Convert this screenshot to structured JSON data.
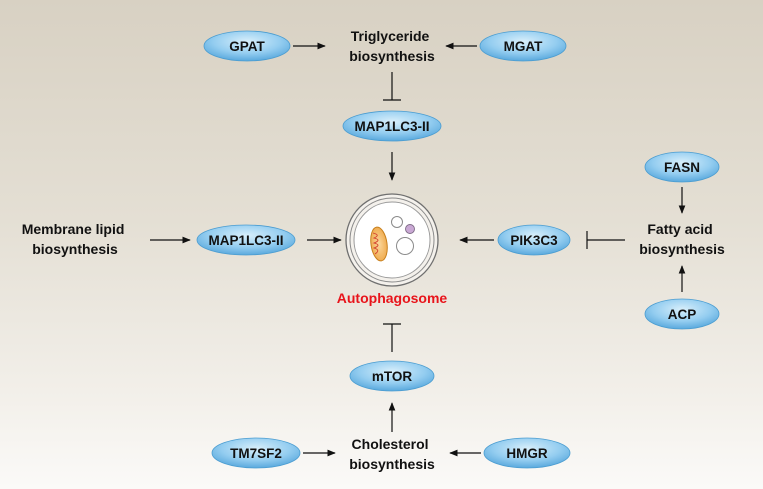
{
  "diagram": {
    "center_label": "Autophagosome",
    "processes": {
      "triglyceride": [
        "Triglyceride",
        "biosynthesis"
      ],
      "membrane": [
        "Membrane lipid",
        "biosynthesis"
      ],
      "fatty_acid": [
        "Fatty acid",
        "biosynthesis"
      ],
      "cholesterol": [
        "Cholesterol",
        "biosynthesis"
      ]
    },
    "proteins": {
      "gpat": "GPAT",
      "mgat": "MGAT",
      "map1lc3_top": "MAP1LC3-II",
      "map1lc3_left": "MAP1LC3-II",
      "fasn": "FASN",
      "pik3c3": "PIK3C3",
      "acp": "ACP",
      "mtor": "mTOR",
      "tm7sf2": "TM7SF2",
      "hmgr": "HMGR"
    },
    "edge_types": {
      "gpat_to_triglyceride": "activates",
      "mgat_to_triglyceride": "activates",
      "triglyceride_to_map1lc3": "inhibits",
      "map1lc3_to_autophagosome": "activates",
      "membrane_to_map1lc3": "activates",
      "map1lc3_to_autophagosome_left": "activates",
      "pik3c3_to_autophagosome": "activates",
      "fatty_acid_to_pik3c3": "inhibits",
      "fasn_to_fatty_acid": "activates",
      "acp_to_fatty_acid": "activates",
      "mtor_to_autophagosome": "inhibits",
      "cholesterol_to_mtor": "activates",
      "tm7sf2_to_cholesterol": "activates",
      "hmgr_to_cholesterol": "activates"
    },
    "colors": {
      "pill_light": "#cfe9f8",
      "pill_dark": "#5fb2e3",
      "pill_edge": "#4a9cd0",
      "label_red": "#e8141b",
      "mito_fill": "#f4b75b",
      "vesicle_purple": "#c9a8d4"
    }
  }
}
